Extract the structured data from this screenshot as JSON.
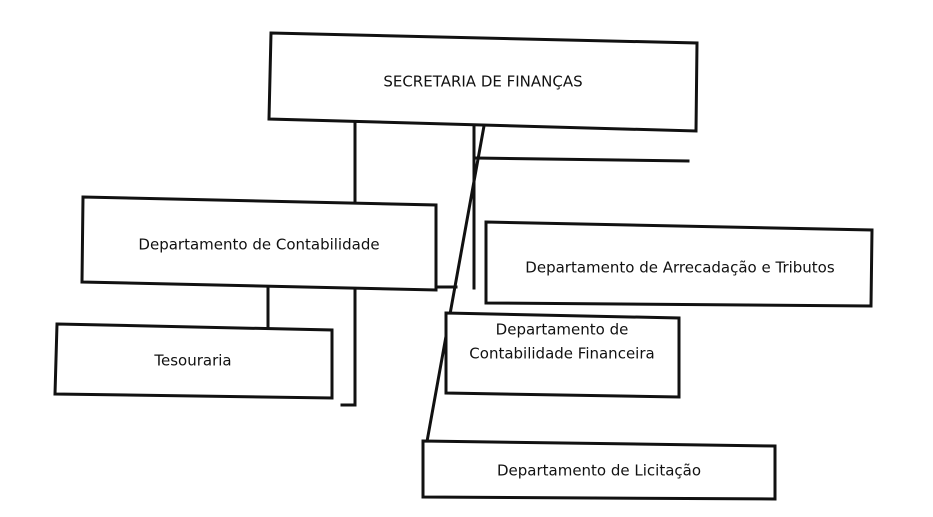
{
  "diagram": {
    "nodes": {
      "secretaria": "SECRETARIA DE FINANÇAS",
      "contabilidade": "Departamento de Contabilidade",
      "arrecadacao": "Departamento de Arrecadação e Tributos",
      "tesouraria": "Tesouraria",
      "contabilidade_financeira_line1": "Departamento de",
      "contabilidade_financeira_line2": "Contabilidade Financeira",
      "licitacao": "Departamento de Licitação"
    }
  }
}
